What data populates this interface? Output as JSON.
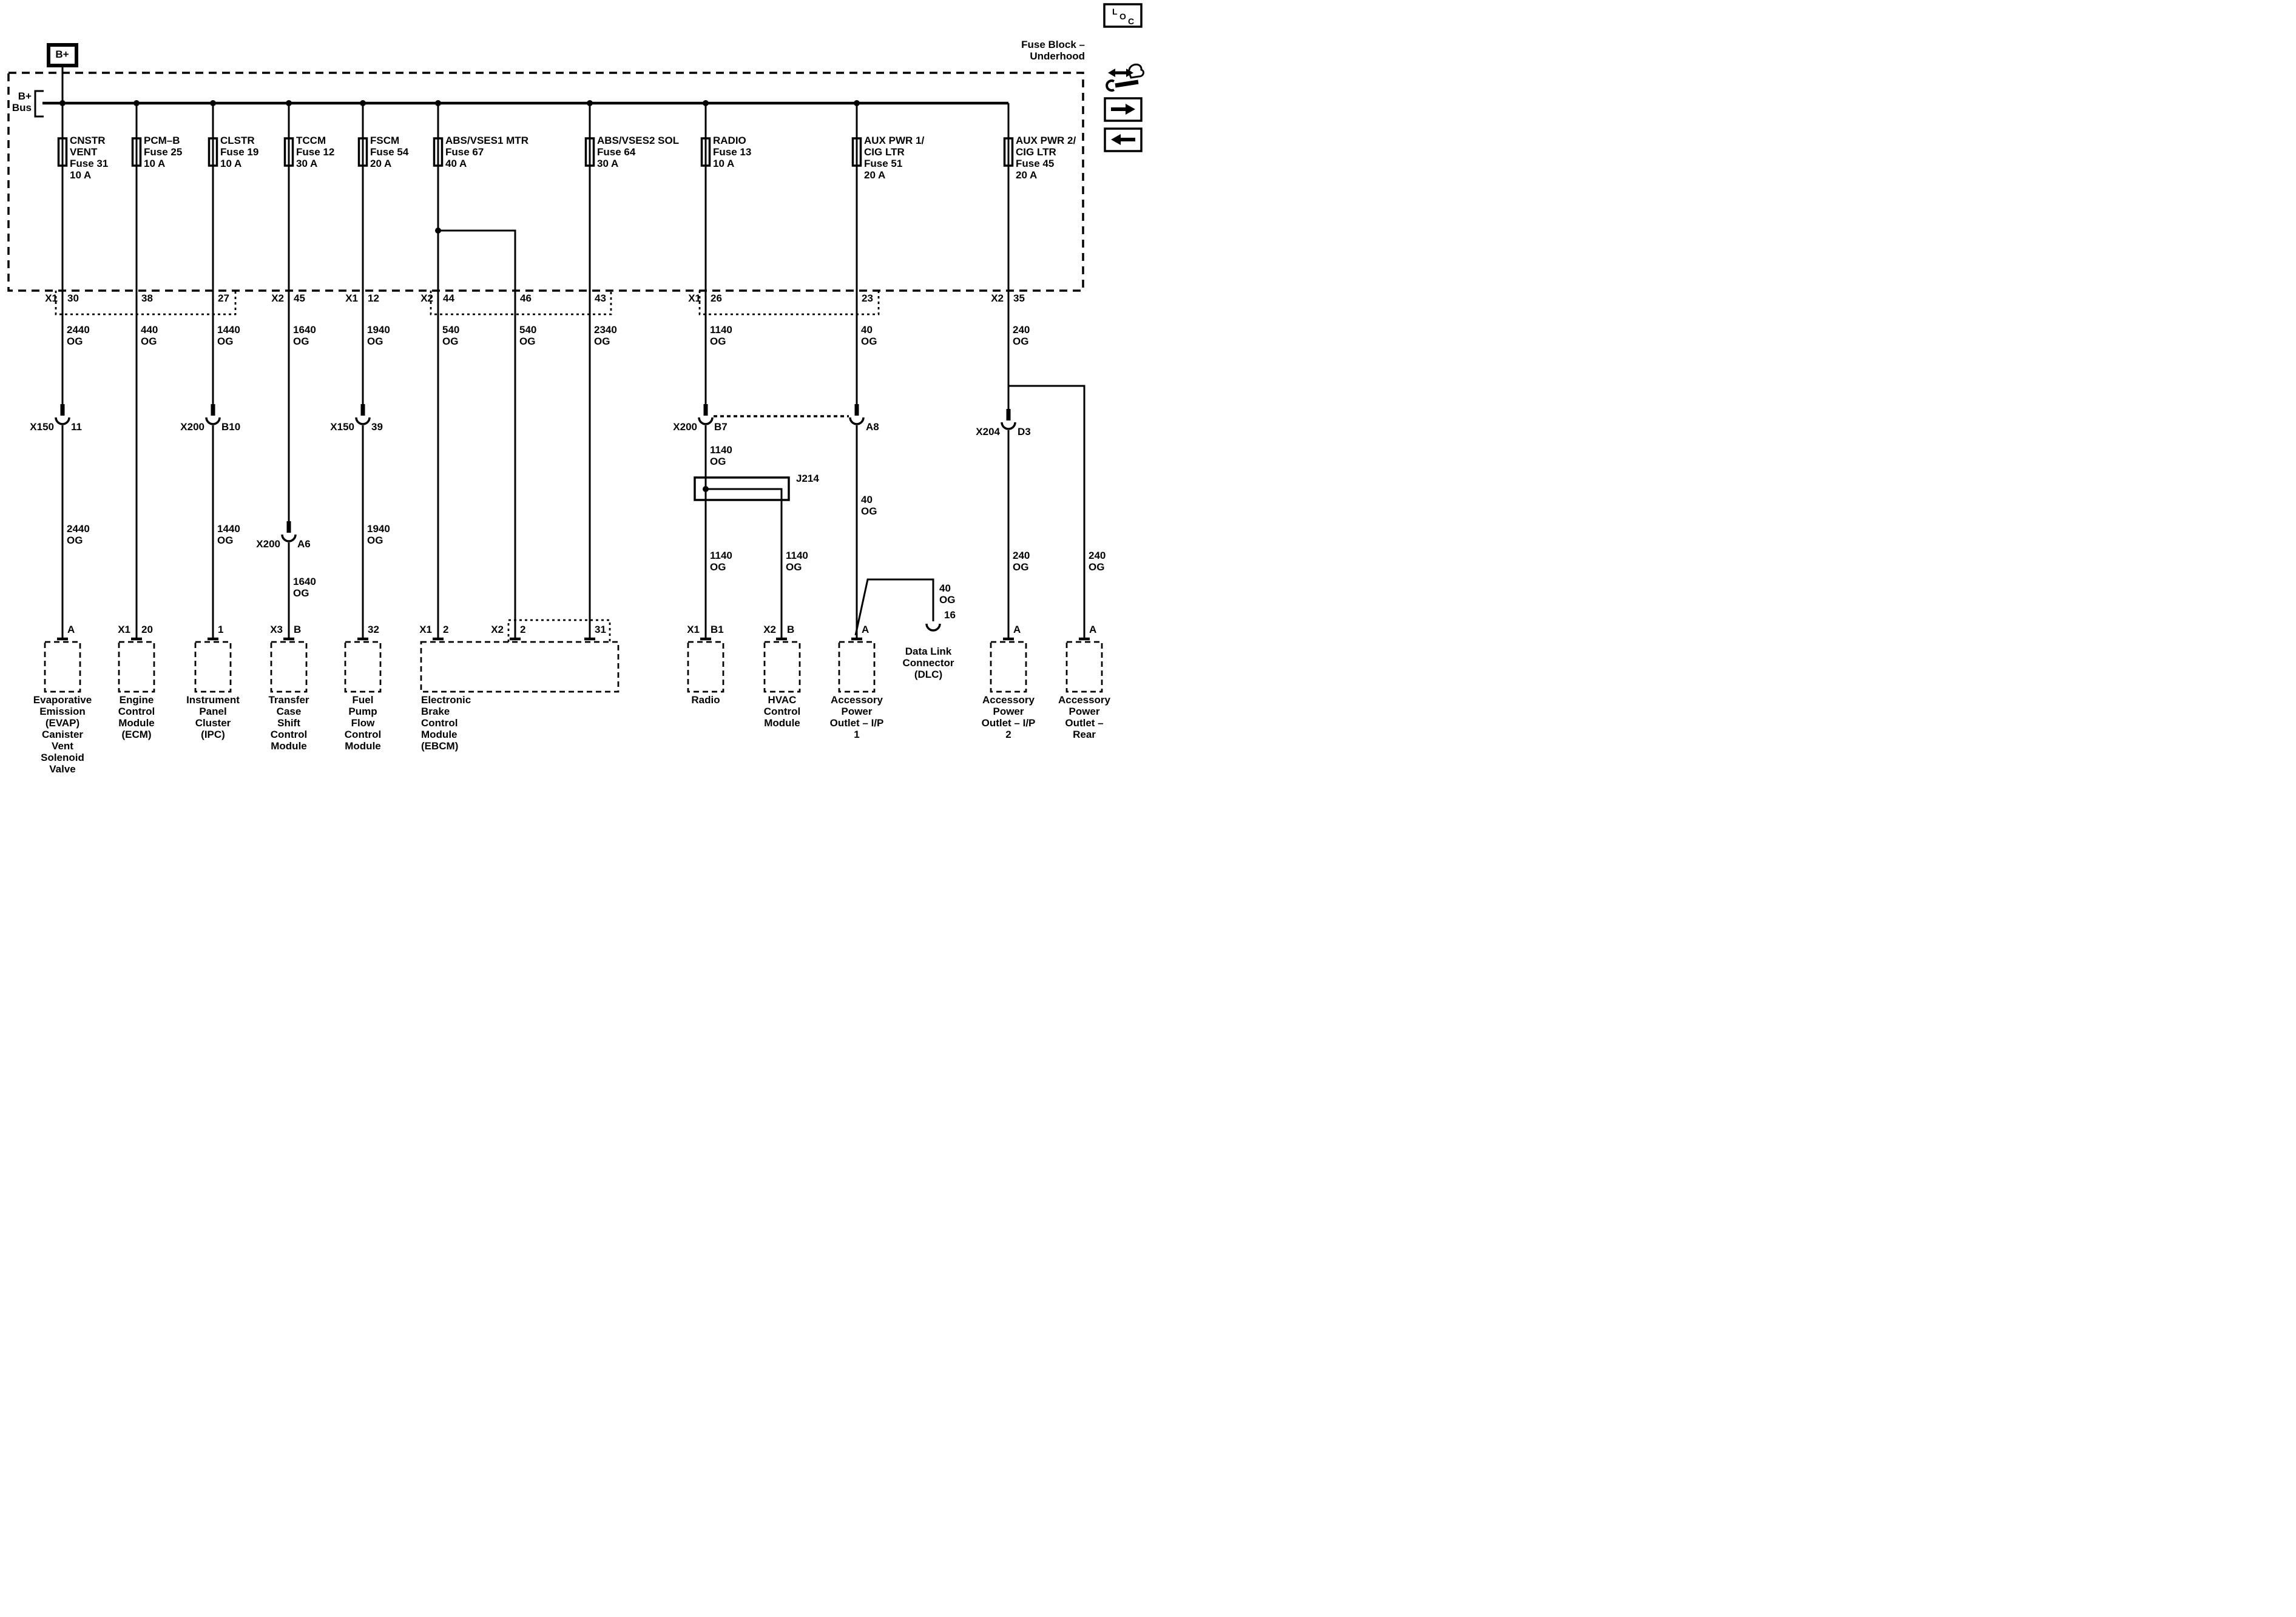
{
  "colors": {
    "line": "#000000",
    "background": "#ffffff"
  },
  "header": {
    "block_title": "Fuse Block –\nUnderhood",
    "power_source": "B+",
    "bus": "B+\nBus",
    "loc": {
      "l": "L",
      "o": "O",
      "c": "C"
    }
  },
  "fuses": [
    {
      "label": "CNSTR\nVENT\nFuse 31\n10 A"
    },
    {
      "label": "PCM–B\nFuse 25\n10 A"
    },
    {
      "label": "CLSTR\nFuse 19\n10 A"
    },
    {
      "label": "TCCM\nFuse 12\n30 A"
    },
    {
      "label": "FSCM\nFuse 54\n20 A"
    },
    {
      "label": "ABS/VSES1 MTR\nFuse 67\n40 A"
    },
    {
      "label": "ABS/VSES2 SOL\nFuse 64\n30 A"
    },
    {
      "label": "RADIO\nFuse 13\n10 A"
    },
    {
      "label": "AUX PWR 1/\nCIG LTR\nFuse 51\n20 A"
    },
    {
      "label": "AUX PWR 2/\nCIG LTR\nFuse 45\n20 A"
    }
  ],
  "block_pins": [
    {
      "conn": "X1",
      "pin": "30"
    },
    {
      "conn": "",
      "pin": "38"
    },
    {
      "conn": "",
      "pin": "27"
    },
    {
      "conn": "X2",
      "pin": "45"
    },
    {
      "conn": "X1",
      "pin": "12"
    },
    {
      "conn": "X2",
      "pin": "44"
    },
    {
      "conn": "",
      "pin": "46"
    },
    {
      "conn": "",
      "pin": "43"
    },
    {
      "conn": "X1",
      "pin": "26"
    },
    {
      "conn": "",
      "pin": "23"
    },
    {
      "conn": "X2",
      "pin": "35"
    }
  ],
  "wire_labels": {
    "w1a": "2440\nOG",
    "w2a": "440\nOG",
    "w3a": "1440\nOG",
    "w4a": "1640\nOG",
    "w5a": "1940\nOG",
    "w6a": "540\nOG",
    "w7a": "540\nOG",
    "w8a": "2340\nOG",
    "w9a": "1140\nOG",
    "w11a": "40\nOG",
    "w12a": "240\nOG",
    "w9b": "1140\nOG",
    "w11b": "40\nOG",
    "w1b": "2440\nOG",
    "w3b": "1440\nOG",
    "w5b": "1940\nOG",
    "w4b": "1640\nOG",
    "w9c": "1140\nOG",
    "w10a": "1140\nOG",
    "w12b": "240\nOG",
    "w13a": "240\nOG"
  },
  "inline_connectors": [
    {
      "conn": "X150",
      "pin": "11"
    },
    {
      "conn": "X200",
      "pin": "B10"
    },
    {
      "conn": "X150",
      "pin": "39"
    },
    {
      "conn": "X200",
      "pin": "B7"
    },
    {
      "conn": "",
      "pin": "A8"
    },
    {
      "conn": "X204",
      "pin": "D3"
    },
    {
      "conn": "X200",
      "pin": "A6"
    }
  ],
  "splice": {
    "label": "J214"
  },
  "dlc": {
    "wire": "40\nOG",
    "pin": "16",
    "name": "Data Link\nConnector\n(DLC)"
  },
  "component_pins": [
    {
      "conn": "",
      "pin": "A"
    },
    {
      "conn": "X1",
      "pin": "20"
    },
    {
      "conn": "",
      "pin": "1"
    },
    {
      "conn": "X3",
      "pin": "B"
    },
    {
      "conn": "",
      "pin": "32"
    },
    {
      "conn": "X1",
      "pin": "2"
    },
    {
      "conn": "X2",
      "pin": "2"
    },
    {
      "conn": "",
      "pin": "31"
    },
    {
      "conn": "X1",
      "pin": "B1"
    },
    {
      "conn": "X2",
      "pin": "B"
    },
    {
      "conn": "",
      "pin": "A"
    },
    {
      "conn": "",
      "pin": "A"
    },
    {
      "conn": "",
      "pin": "A"
    }
  ],
  "components": [
    {
      "name": "Evaporative\nEmission\n(EVAP)\nCanister\nVent\nSolenoid\nValve"
    },
    {
      "name": "Engine\nControl\nModule\n(ECM)"
    },
    {
      "name": "Instrument\nPanel\nCluster\n(IPC)"
    },
    {
      "name": "Transfer\nCase\nShift\nControl\nModule"
    },
    {
      "name": "Fuel\nPump\nFlow\nControl\nModule"
    },
    {
      "name": "Electronic\nBrake\nControl\nModule\n(EBCM)"
    },
    {
      "name": "Radio"
    },
    {
      "name": "HVAC\nControl\nModule"
    },
    {
      "name": "Accessory\nPower\nOutlet – I/P\n1"
    },
    {
      "name": "Accessory\nPower\nOutlet – I/P\n2"
    },
    {
      "name": "Accessory\nPower\nOutlet –\nRear"
    }
  ]
}
